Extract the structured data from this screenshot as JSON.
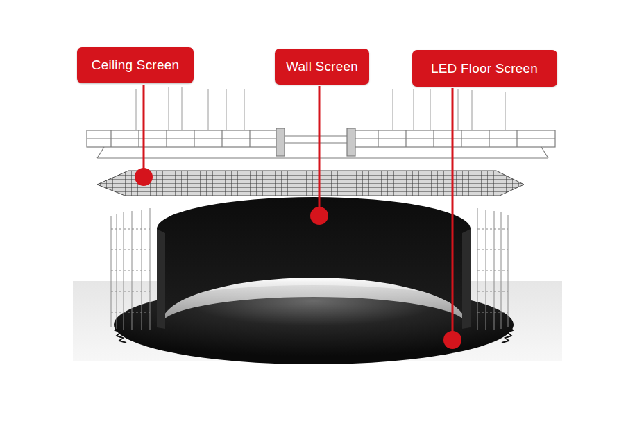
{
  "diagram": {
    "nodes": [
      {
        "text": [
          "Ceiling Screen"
        ]
      },
      {
        "text": [
          "Wall Screen"
        ]
      },
      {
        "text": [
          "LED Floor Screen"
        ]
      }
    ]
  }
}
